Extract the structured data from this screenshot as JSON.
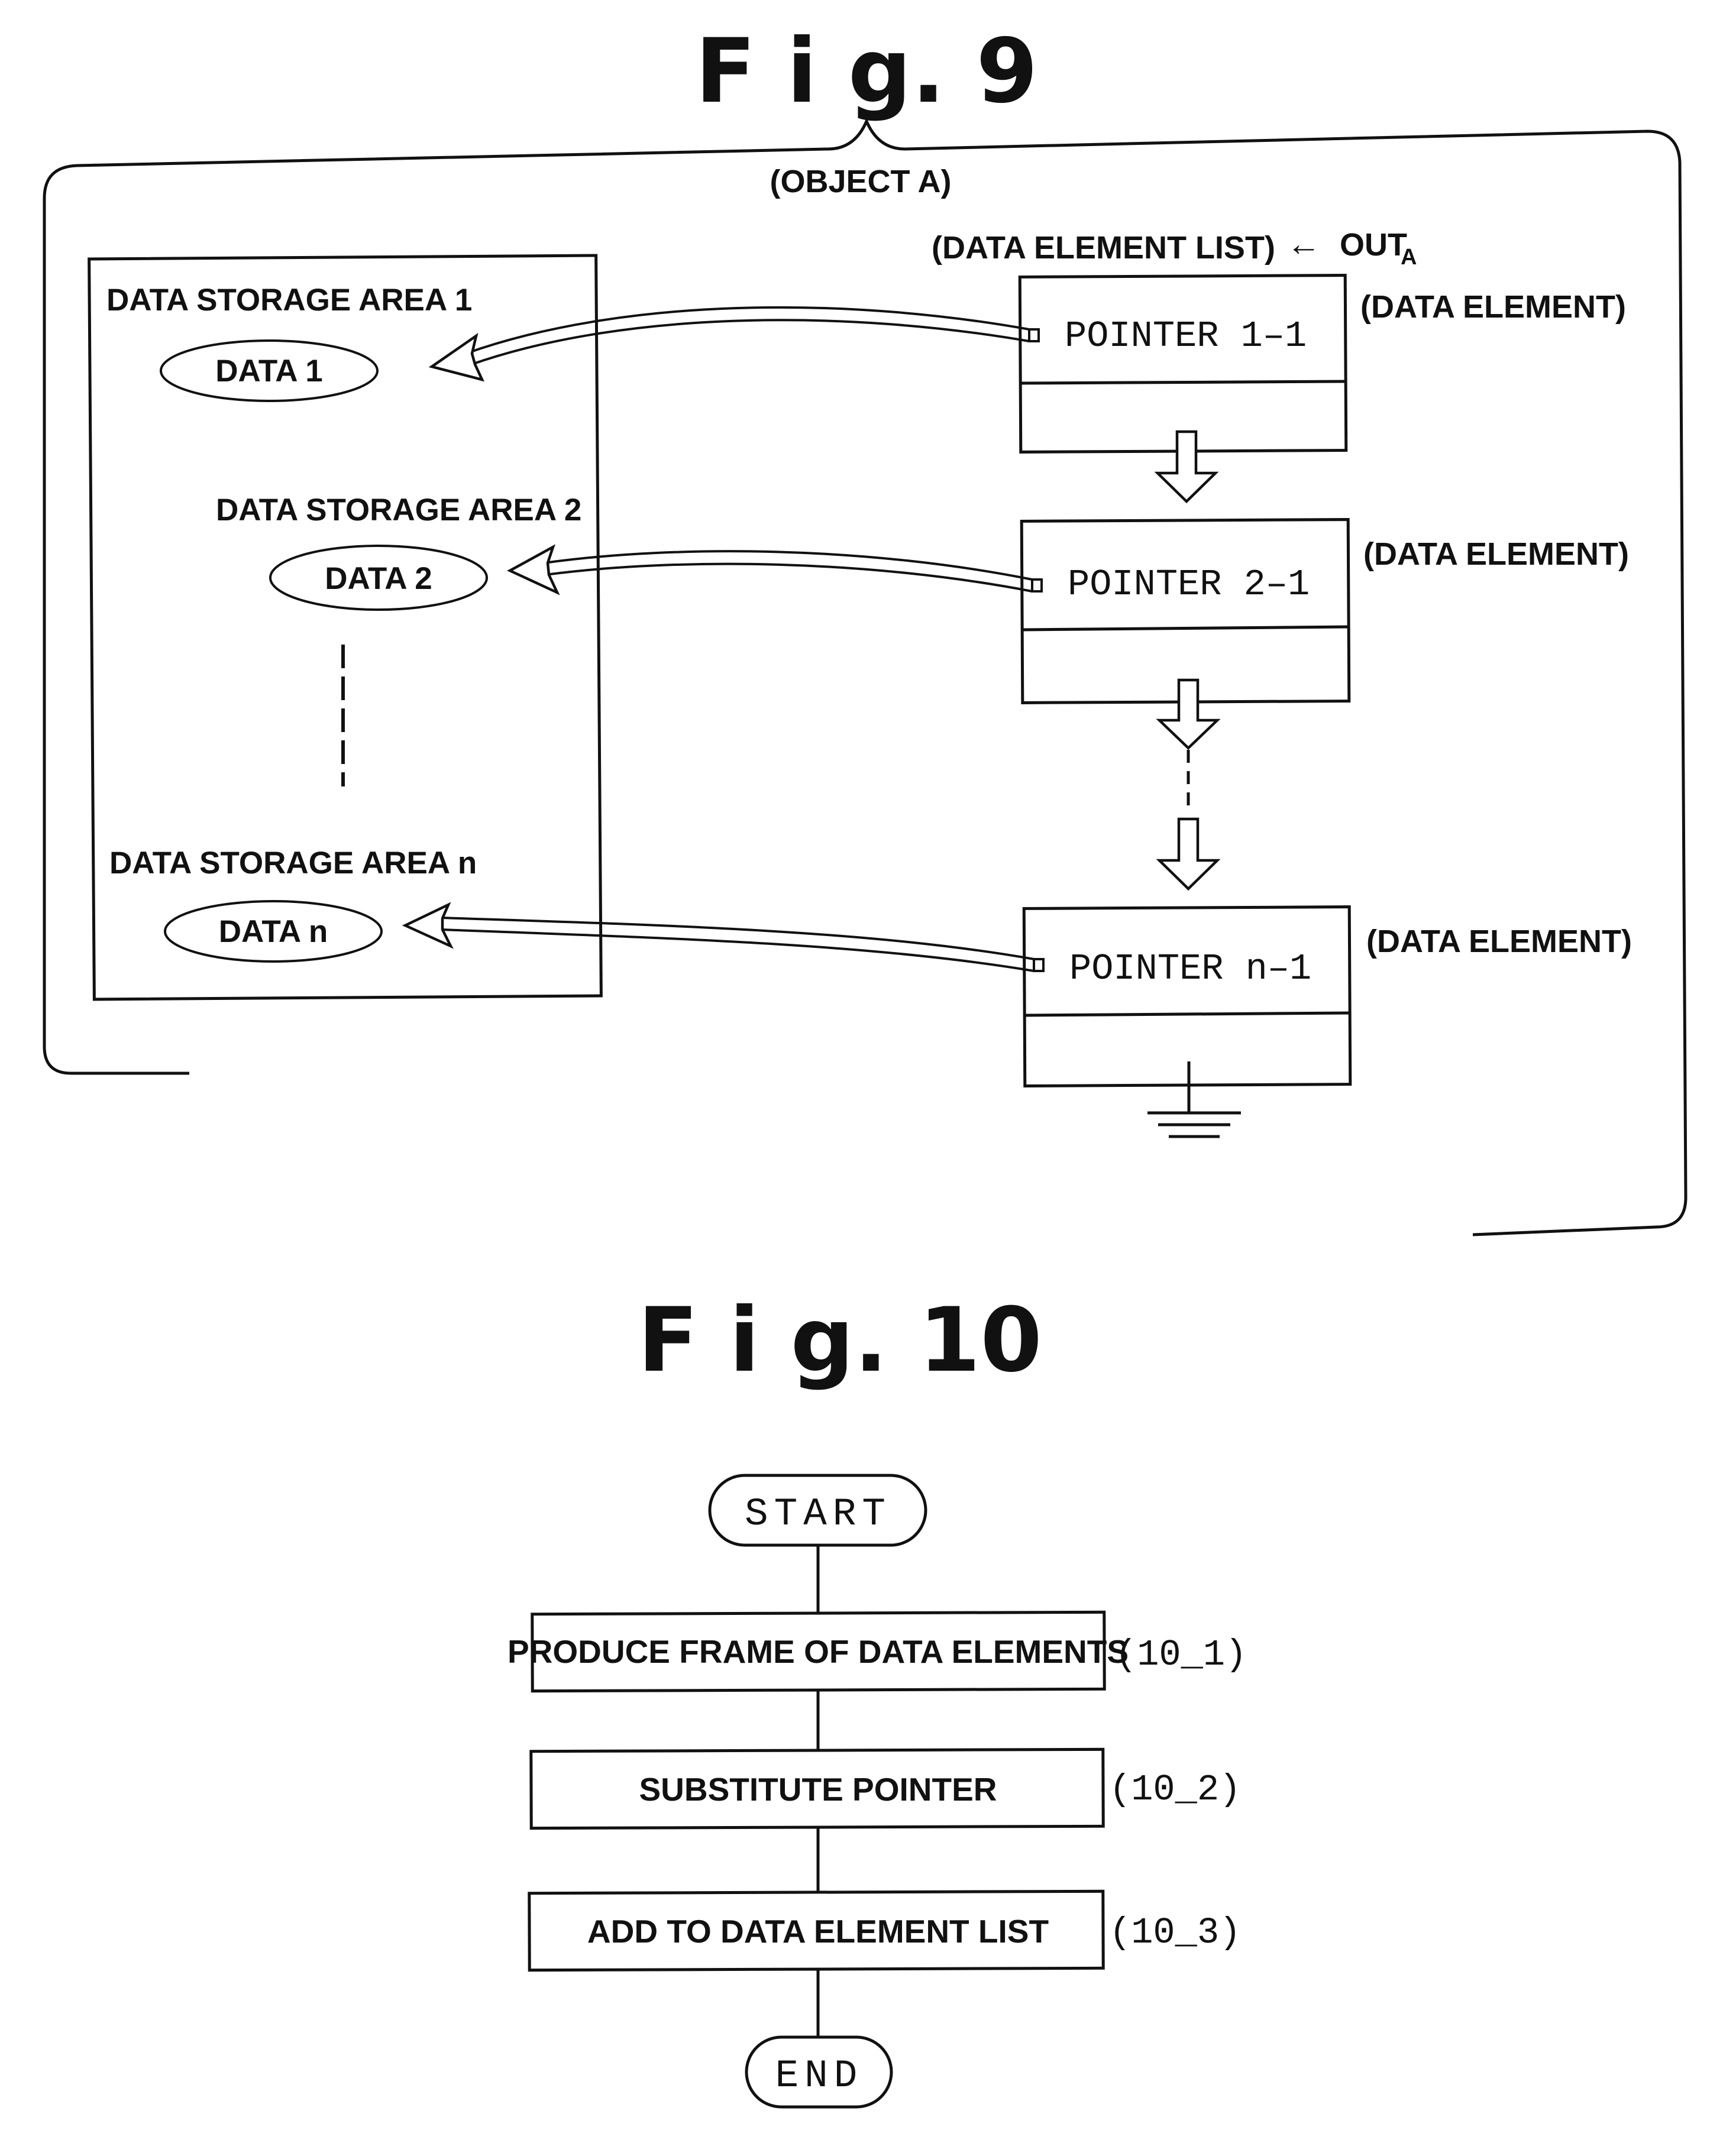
{
  "fig9": {
    "title": "F i g. 9",
    "object_label": "(OBJECT A)",
    "list_label": "(DATA ELEMENT LIST)",
    "out_arrow": "←",
    "out_label": "OUT",
    "out_sub": "A",
    "storage_areas": [
      {
        "label": "DATA STORAGE AREA 1",
        "data": "DATA 1"
      },
      {
        "label": "DATA STORAGE AREA 2",
        "data": "DATA 2"
      },
      {
        "label": "DATA STORAGE AREA n",
        "data": "DATA n"
      }
    ],
    "elements": [
      {
        "pointer": "POINTER 1–1",
        "tag": "(DATA ELEMENT)"
      },
      {
        "pointer": "POINTER 2–1",
        "tag": "(DATA ELEMENT)"
      },
      {
        "pointer": "POINTER n–1",
        "tag": "(DATA ELEMENT)"
      }
    ]
  },
  "fig10": {
    "title": "F i g. 10",
    "start": "START",
    "end": "END",
    "steps": [
      {
        "label": "PRODUCE FRAME OF DATA ELEMENTS",
        "ref": "(10_1)"
      },
      {
        "label": "SUBSTITUTE POINTER",
        "ref": "(10_2)"
      },
      {
        "label": "ADD TO DATA ELEMENT LIST",
        "ref": "(10_3)"
      }
    ]
  }
}
